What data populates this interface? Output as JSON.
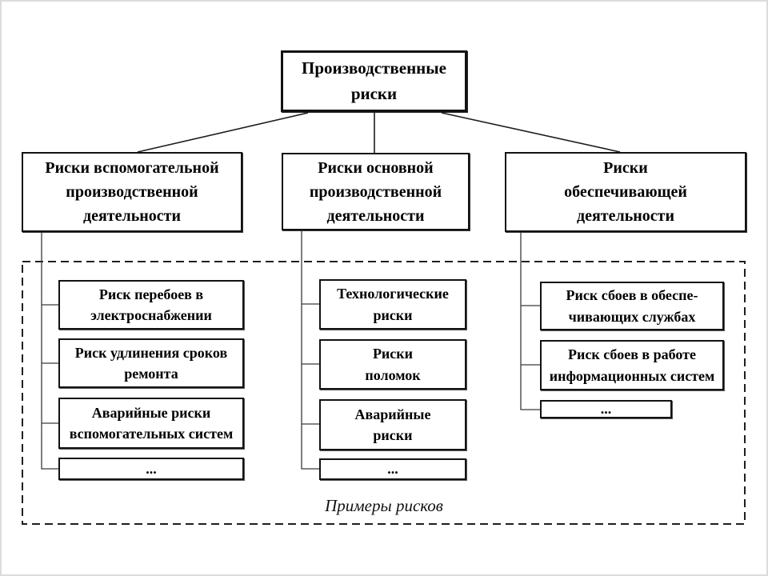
{
  "diagram": {
    "root": {
      "label": "Производственные\nриски"
    },
    "branches": [
      {
        "label": "Риски вспомогательной\nпроизводственной\nдеятельности",
        "examples": [
          "Риск перебоев в\nэлектроснабжении",
          "Риск удлинения сроков\nремонта",
          "Аварийные риски\nвспомогательных систем",
          "..."
        ]
      },
      {
        "label": "Риски основной\nпроизводственной\nдеятельности",
        "examples": [
          "Технологические\nриски",
          "Риски\nполомок",
          "Аварийные\nриски",
          "..."
        ]
      },
      {
        "label": "Риски\nобеспечивающей\nдеятельности",
        "examples": [
          "Риск сбоев в обеспе-\nчивающих службах",
          "Риск сбоев в работе\nинформационных систем",
          "..."
        ]
      }
    ],
    "caption": "Примеры рисков",
    "colors": {
      "background": "#ffffff",
      "text": "#000000",
      "box_border": "#121212",
      "connector_line": "#3a3a3a",
      "dashed_border": "#1f1f1f"
    }
  }
}
